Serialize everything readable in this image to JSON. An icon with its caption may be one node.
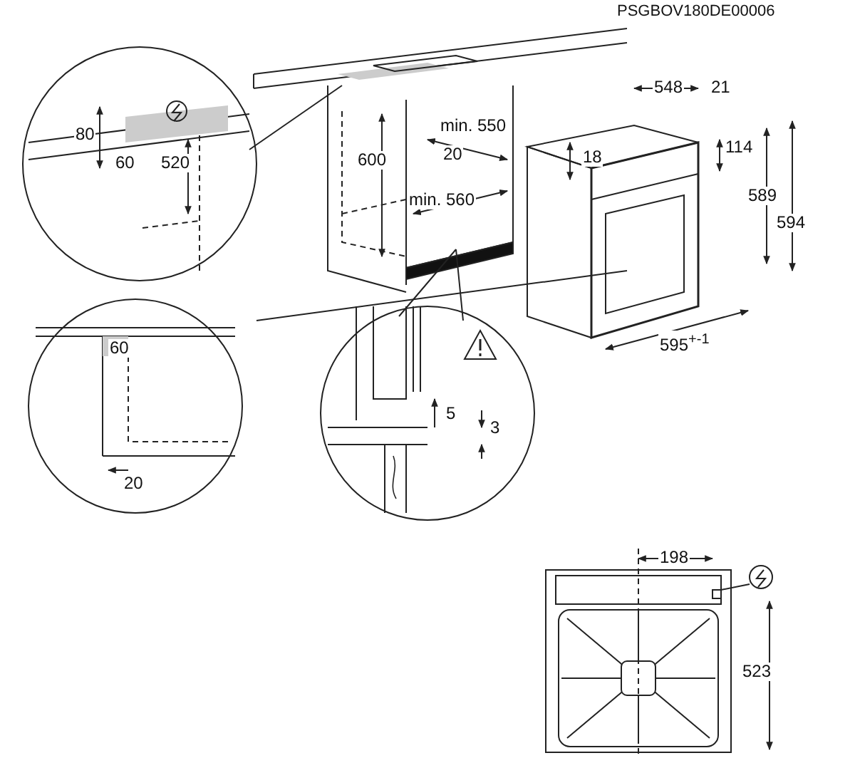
{
  "diagram": {
    "labels": [
      "PSGBOV180DE00006",
      "548",
      "21",
      "80",
      "114",
      "min. 550",
      "18",
      "600",
      "60",
      "520",
      "20",
      "589",
      "594",
      "min. 560",
      "595$^{+-1}$",
      "60",
      "5",
      "3",
      "20",
      "198",
      "523"
    ]
  }
}
